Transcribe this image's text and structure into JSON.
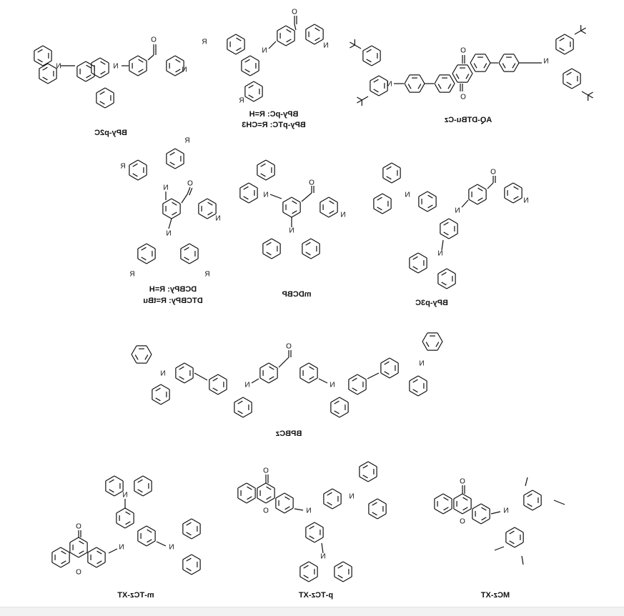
{
  "molecules": [
    {
      "id": "bpy-p2c",
      "label": "BPy-p2C"
    },
    {
      "id": "bpy-pc",
      "label": "BPy-pC: R=H",
      "label2": "BPy-pTC: R=CH3"
    },
    {
      "id": "aq-dtbu-cz",
      "label": "AQ-DTBu-Cz"
    },
    {
      "id": "dcbpy",
      "label": "DCBPy: R=H",
      "label2": "DTCBPy: R=tBu"
    },
    {
      "id": "mdcbp",
      "label": "mDCBP"
    },
    {
      "id": "bpy-p3c",
      "label": "BPy-p3C"
    },
    {
      "id": "bpbcz",
      "label": "BPBCz"
    },
    {
      "id": "m-tcz-xt",
      "label": "m-TCz-XT"
    },
    {
      "id": "p-tcz-xt",
      "label": "p-TCz-XT"
    },
    {
      "id": "mcz-xt",
      "label": "MCz-XT"
    }
  ],
  "atoms": {
    "nitrogen": "N",
    "oxygen": "O",
    "substituent": "R"
  },
  "colors": {
    "stroke": "#111111",
    "background": "#ffffff"
  }
}
